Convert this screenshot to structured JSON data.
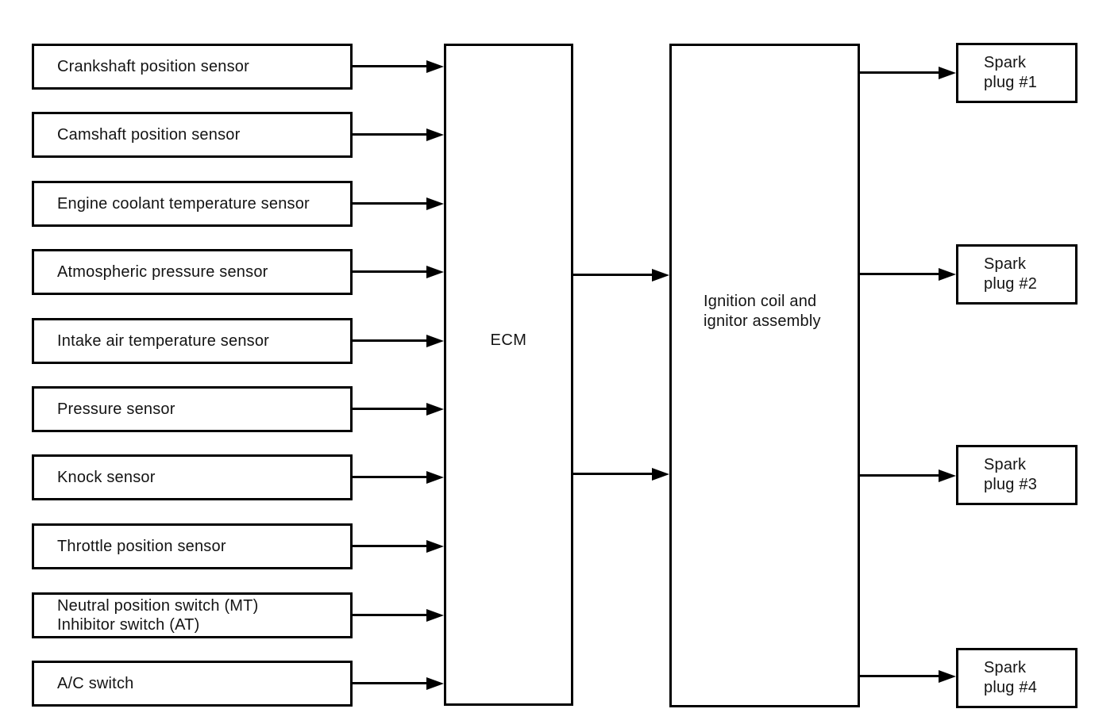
{
  "diagram": {
    "title_implicit": "Ignition control system block diagram",
    "colors": {
      "line": "#000000",
      "background": "#ffffff",
      "text": "#141414"
    },
    "inputs": [
      {
        "label": "Crankshaft position sensor"
      },
      {
        "label": "Camshaft position sensor"
      },
      {
        "label": "Engine coolant temperature sensor"
      },
      {
        "label": "Atmospheric pressure sensor"
      },
      {
        "label": "Intake air temperature sensor"
      },
      {
        "label": "Pressure sensor"
      },
      {
        "label": "Knock sensor"
      },
      {
        "label": "Throttle position sensor"
      },
      {
        "label": "Neutral position switch (MT)\nInhibitor switch (AT)"
      },
      {
        "label": "A/C switch"
      }
    ],
    "ecm": {
      "label": "ECM"
    },
    "ignition": {
      "label": "Ignition coil and\nignitor assembly"
    },
    "outputs": [
      {
        "label": "Spark\nplug #1"
      },
      {
        "label": "Spark\nplug #2"
      },
      {
        "label": "Spark\nplug #3"
      },
      {
        "label": "Spark\nplug #4"
      }
    ],
    "edges": [
      {
        "from": "Crankshaft position sensor",
        "to": "ECM"
      },
      {
        "from": "Camshaft position sensor",
        "to": "ECM"
      },
      {
        "from": "Engine coolant temperature sensor",
        "to": "ECM"
      },
      {
        "from": "Atmospheric pressure sensor",
        "to": "ECM"
      },
      {
        "from": "Intake air temperature sensor",
        "to": "ECM"
      },
      {
        "from": "Pressure sensor",
        "to": "ECM"
      },
      {
        "from": "Knock sensor",
        "to": "ECM"
      },
      {
        "from": "Throttle position sensor",
        "to": "ECM"
      },
      {
        "from": "Neutral position switch (MT) / Inhibitor switch (AT)",
        "to": "ECM"
      },
      {
        "from": "A/C switch",
        "to": "ECM"
      },
      {
        "from": "ECM",
        "to": "Ignition coil and ignitor assembly"
      },
      {
        "from": "ECM",
        "to": "Ignition coil and ignitor assembly"
      },
      {
        "from": "Ignition coil and ignitor assembly",
        "to": "Spark plug #1"
      },
      {
        "from": "Ignition coil and ignitor assembly",
        "to": "Spark plug #2"
      },
      {
        "from": "Ignition coil and ignitor assembly",
        "to": "Spark plug #3"
      },
      {
        "from": "Ignition coil and ignitor assembly",
        "to": "Spark plug #4"
      }
    ]
  }
}
